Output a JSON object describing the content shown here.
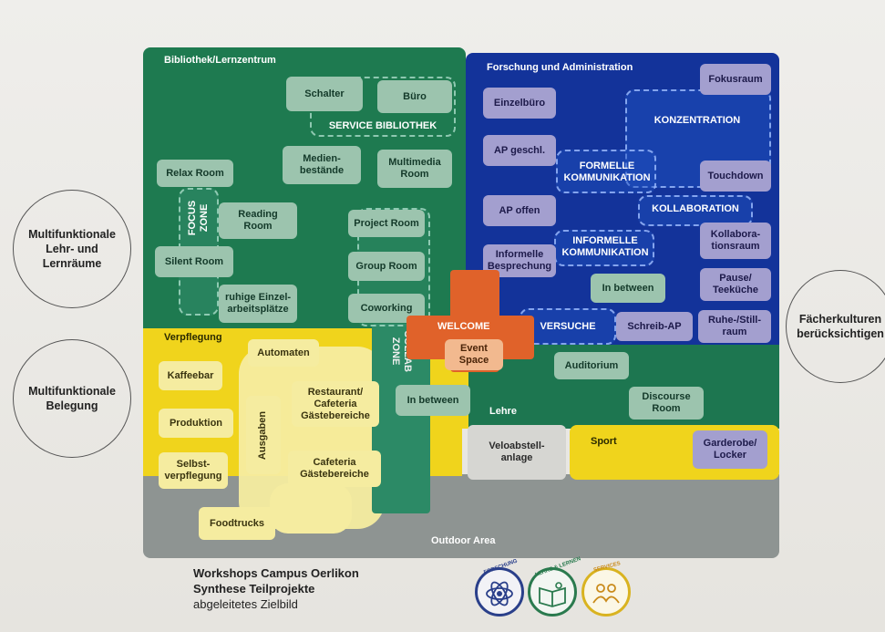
{
  "regions": {
    "bibliothek": "Bibliothek/Lernzentrum",
    "forschung": "Forschung und Administration",
    "verpflegung": "Verpflegung",
    "lehre": "Lehre",
    "sport": "Sport",
    "outdoor": "Outdoor Area"
  },
  "zones": {
    "service_bibliothek": "SERVICE BIBLIOTHEK",
    "focus_zone": "FOCUS\nZONE",
    "collab_zone": "COLLAB\nZONE",
    "konzentration": "KONZENTRATION",
    "formelle": "FORMELLE\nKOMMUNIKATION",
    "kollaboration": "KOLLABORATION",
    "informelle": "INFORMELLE\nKOMMUNIKATION",
    "versuche": "VERSUCHE",
    "welcome": "WELCOME"
  },
  "rooms": {
    "schalter": "Schalter",
    "buero": "Büro",
    "medien": "Medien-\nbestände",
    "multimedia": "Multimedia\nRoom",
    "relax": "Relax Room",
    "reading": "Reading\nRoom",
    "project": "Project Room",
    "silent": "Silent Room",
    "group": "Group Room",
    "ruhige": "ruhige Einzel-\narbeitsplätze",
    "coworking": "Coworking",
    "fokusraum": "Fokusraum",
    "einzelbuero": "Einzelbüro",
    "ap_geschl": "AP geschl.",
    "touchdown": "Touchdown",
    "ap_offen": "AP offen",
    "kollaborationsraum": "Kollabora-\ntionsraum",
    "informelle_besprechung": "Informelle\nBesprechung",
    "pause": "Pause/\nTeeküche",
    "in_between_top": "In between",
    "schreib_ap": "Schreib-AP",
    "ruhe": "Ruhe-/Still-\nraum",
    "event_space": "Event\nSpace",
    "auditorium": "Auditorium",
    "discourse": "Discourse\nRoom",
    "automaten": "Automaten",
    "kaffeebar": "Kaffeebar",
    "restaurant": "Restaurant/\nCafeteria\nGästebereiche",
    "produktion": "Produktion",
    "ausgaben": "Ausgaben",
    "in_between_mid": "In between",
    "selbst": "Selbst-\nverpflegung",
    "cafeteria": "Cafeteria\nGästebereiche",
    "foodtrucks": "Foodtrucks",
    "veloabstell": "Veloabstell-\nanlage",
    "garderobe": "Garderobe/\nLocker"
  },
  "side_circles": {
    "lehr_lern": "Multifunktionale\nLehr- und\nLernräume",
    "belegung": "Multifunktionale\nBelegung",
    "faecherkulturen": "Fächerkulturen\nberücksichtigen"
  },
  "footer": {
    "line1": "Workshops Campus Oerlikon",
    "line2": "Synthese Teilprojekte",
    "line3": "abgeleitetes Zielbild"
  },
  "badges": {
    "forschung": "FORSCHUNG",
    "lehre_lernen": "LEHRE & LERNEN",
    "services": "SERVICES"
  },
  "colors": {
    "library_green": "#1e7a50",
    "research_blue": "#13339a",
    "food_yellow": "#f0d41c",
    "welcome_orange": "#e0622a",
    "outdoor_gray": "#8e9492",
    "teaching_green": "#1d7650"
  }
}
